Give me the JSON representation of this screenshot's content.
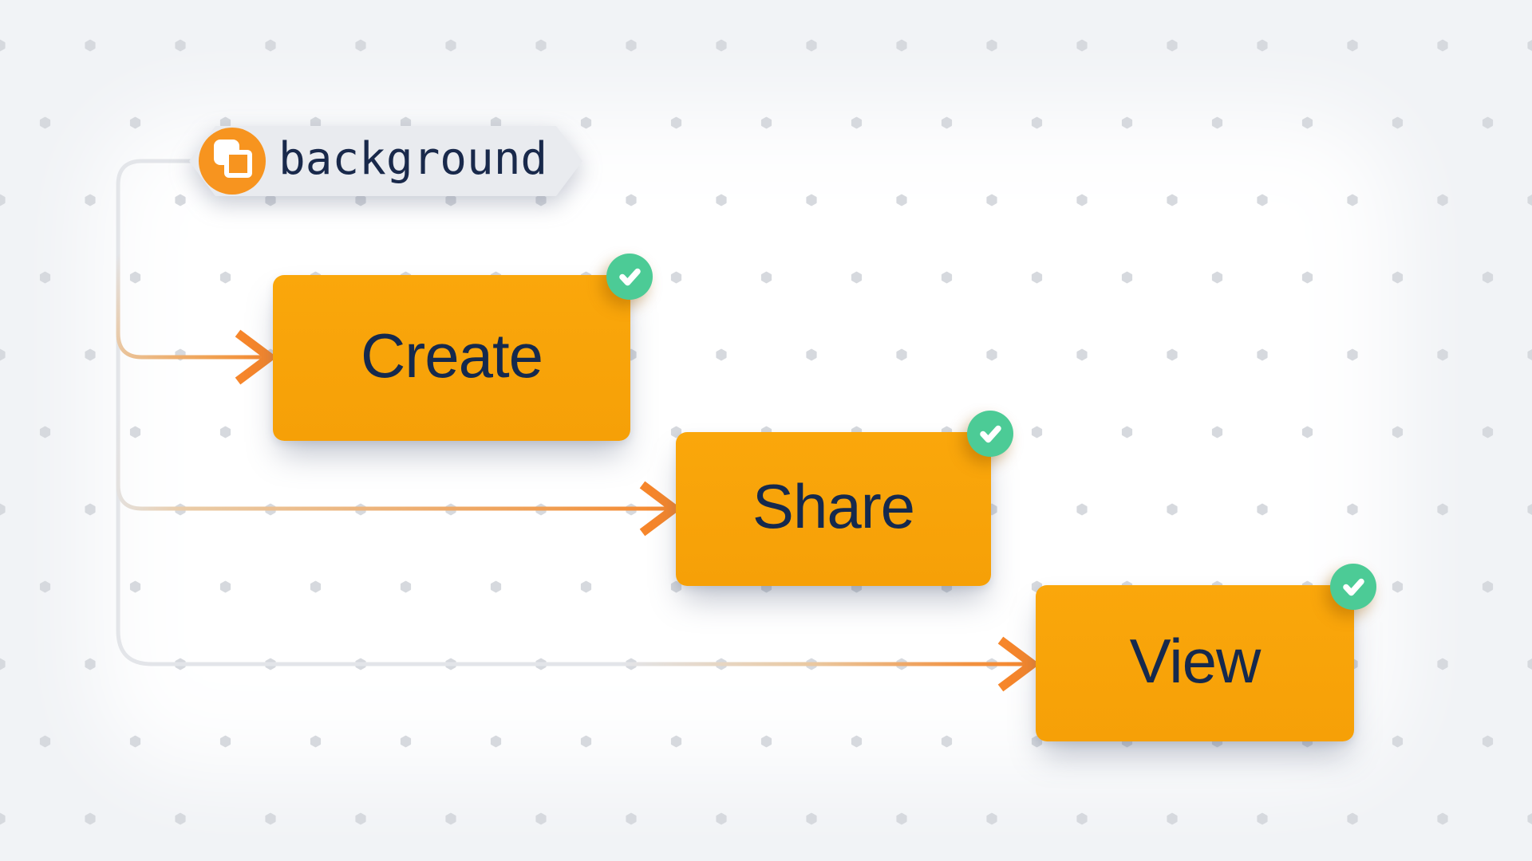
{
  "page": {
    "background_color": "#F1F3F6",
    "dot_color": "#D6D9DE",
    "glow_color": "#FFFFFF"
  },
  "tag": {
    "label": "background",
    "shape": "hexagonal-banner",
    "bg": "#E9EBEF",
    "text_color": "#19294B",
    "icon": "layers-copy-icon",
    "icon_bg": "#F7941F",
    "icon_fg": "#FFFFFF"
  },
  "nodes": [
    {
      "label": "Create",
      "status": "complete"
    },
    {
      "label": "Share",
      "status": "complete"
    },
    {
      "label": "View",
      "status": "complete"
    }
  ],
  "badge": {
    "icon": "check-icon",
    "bg": "#4CCB96",
    "fg": "#FFFFFF"
  },
  "connectors": {
    "style": "rounded-elbow",
    "arrow": "chevron",
    "gray": "#E3E5E9",
    "tan": "#ECC79E",
    "orange": "#F6862B"
  },
  "node_style": {
    "bg": "#F9A408",
    "text_color": "#15294D"
  }
}
